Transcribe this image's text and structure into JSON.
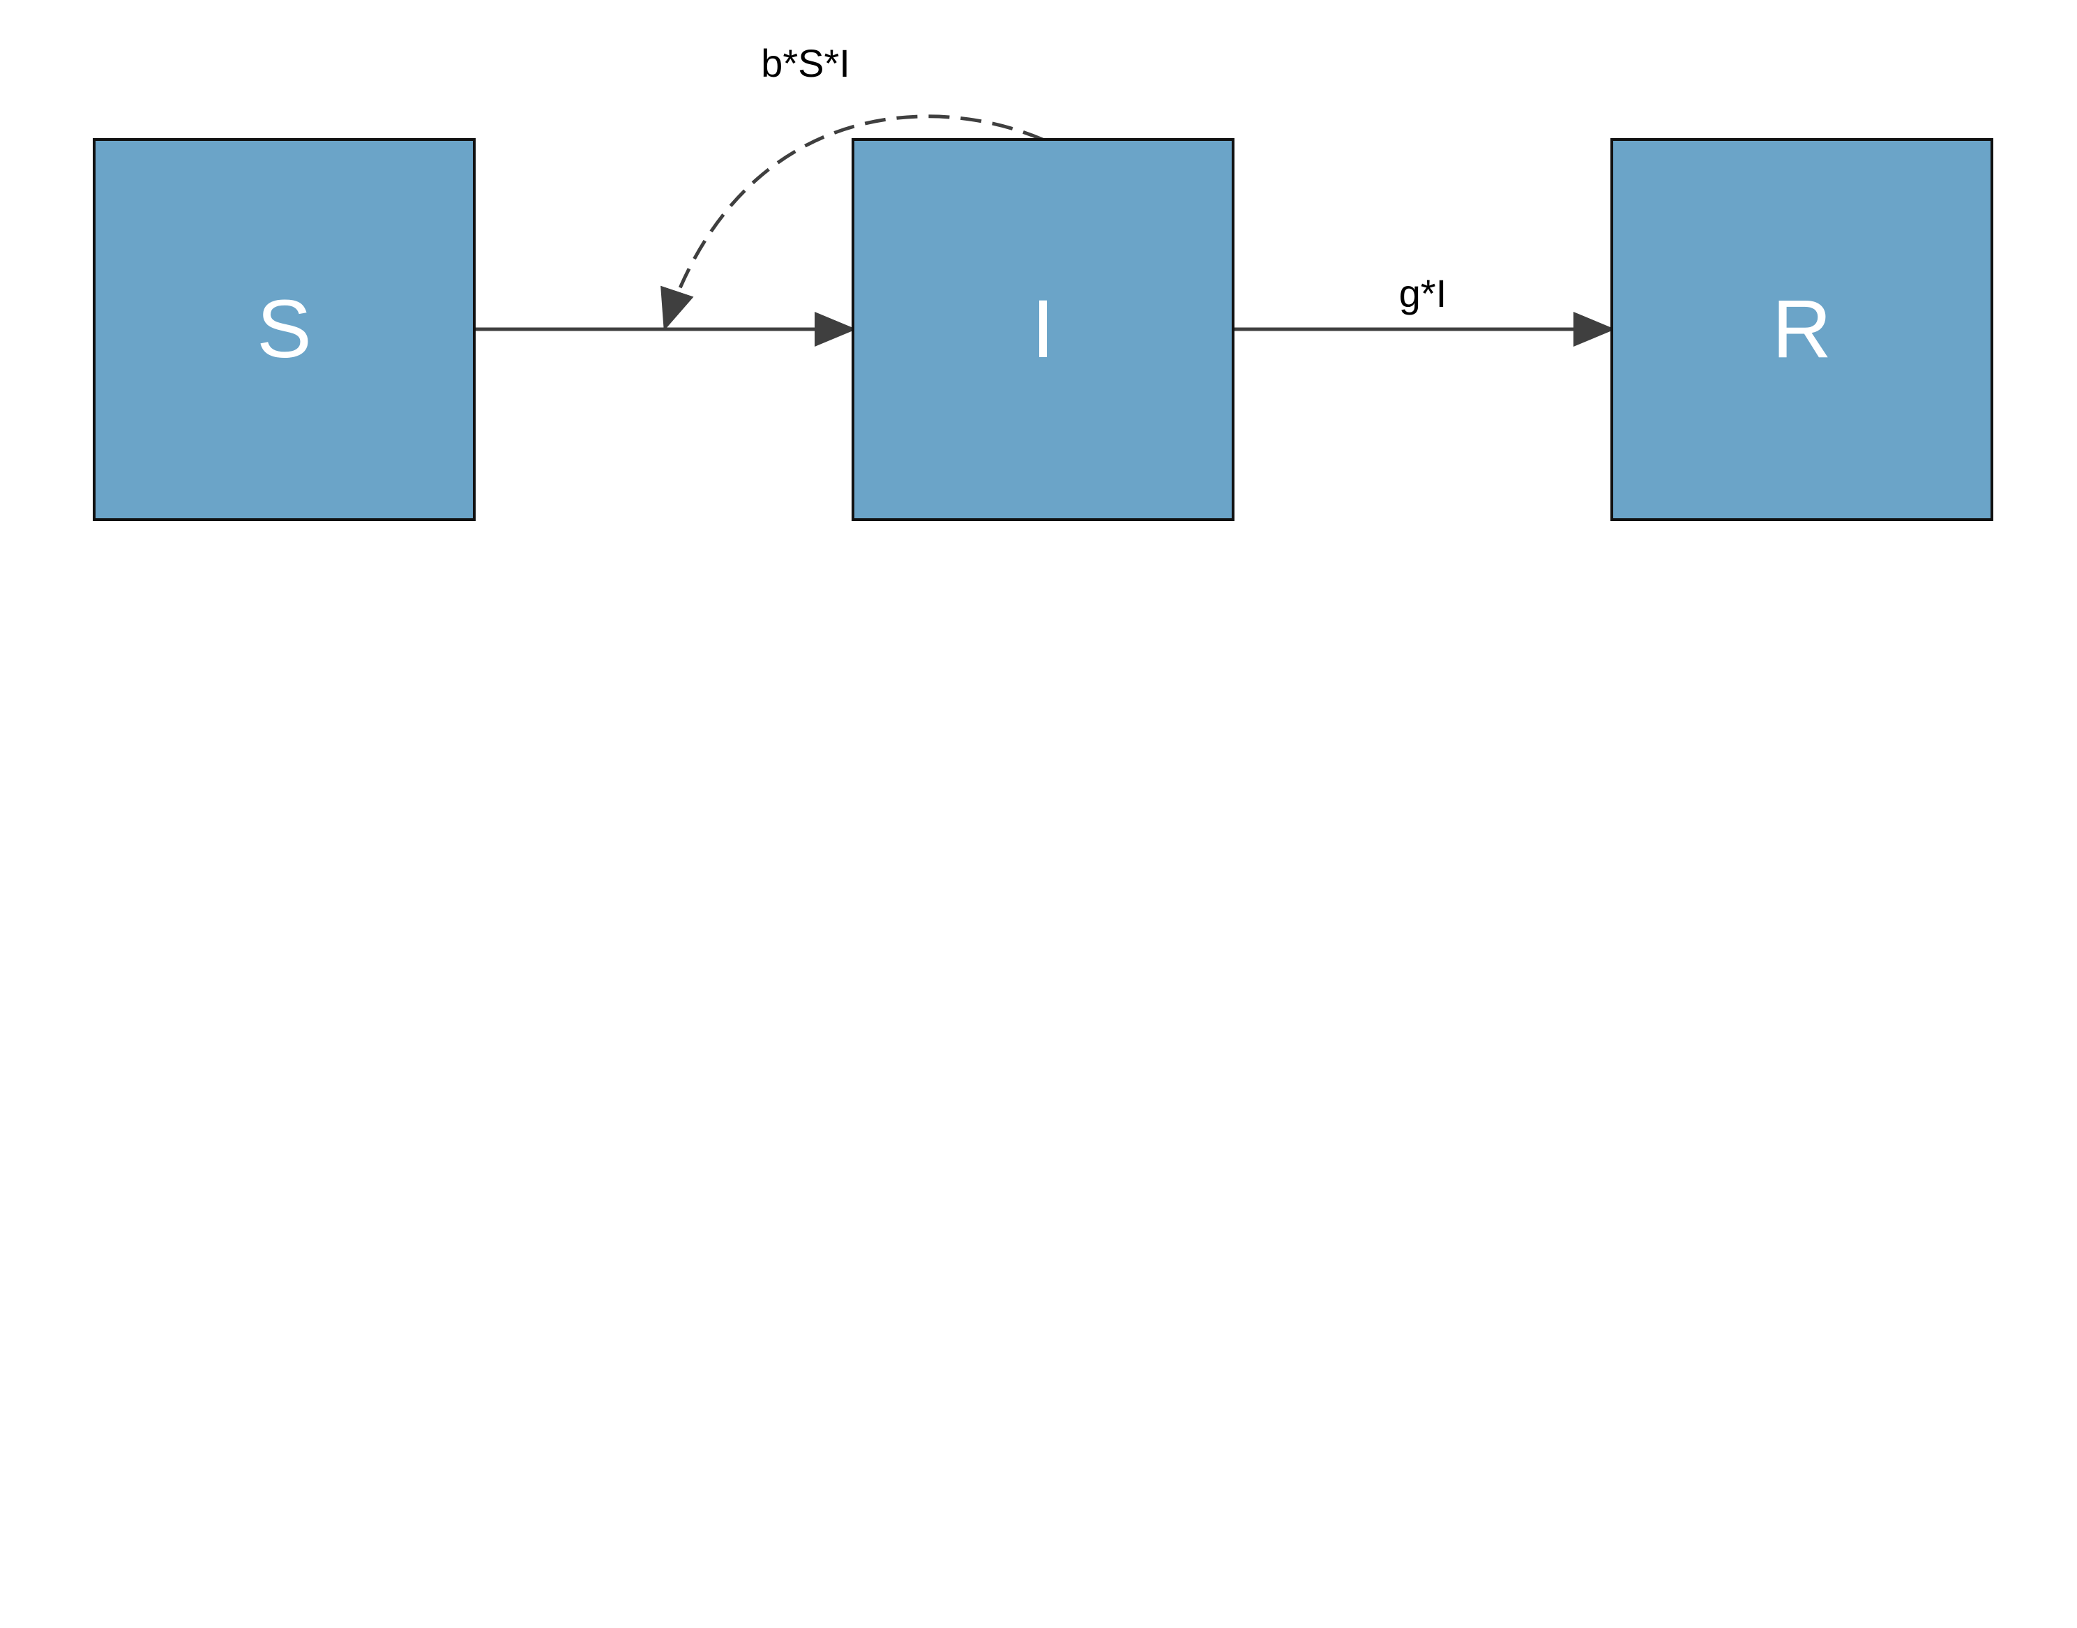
{
  "colors": {
    "box_fill": "#6ba4c8",
    "box_stroke": "#111111",
    "arrow": "#3f3f3f",
    "box_text": "#ffffff",
    "label_text": "#000000"
  },
  "nodes": [
    {
      "id": "S",
      "label": "S"
    },
    {
      "id": "I",
      "label": "I"
    },
    {
      "id": "R",
      "label": "R"
    }
  ],
  "flows": [
    {
      "from": "S",
      "to": "I",
      "label": ""
    },
    {
      "from": "I",
      "to": "R",
      "label": "g*I"
    }
  ],
  "interactions": [
    {
      "from": "I",
      "to_flow": "S-I",
      "style": "dashed",
      "label": "b*S*I"
    }
  ]
}
